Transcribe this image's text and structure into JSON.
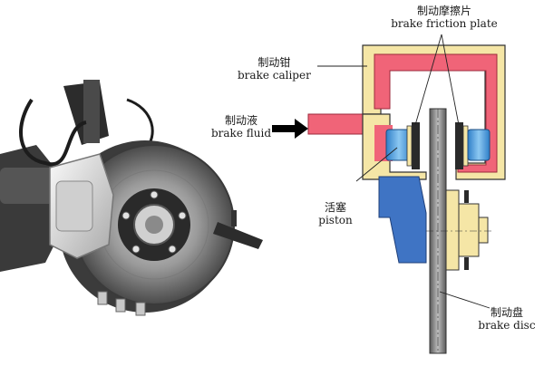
{
  "labels": {
    "friction_plate": {
      "cn": "制动摩擦片",
      "en": "brake friction plate"
    },
    "caliper": {
      "cn": "制动钳",
      "en": "brake caliper"
    },
    "fluid": {
      "cn": "制动液",
      "en": "brake fluid"
    },
    "piston": {
      "cn": "活塞",
      "en": "piston"
    },
    "disc": {
      "cn": "制动盘",
      "en": "brake disc"
    }
  },
  "colors": {
    "caliper_body": "#f5e6a6",
    "fluid_channel": "#f06478",
    "piston": "#55a8e6",
    "mount_bracket": "#3f74c4",
    "disc": "#8a8a8a",
    "friction_pad": "#2a2a2a",
    "arrow": "#000000"
  }
}
